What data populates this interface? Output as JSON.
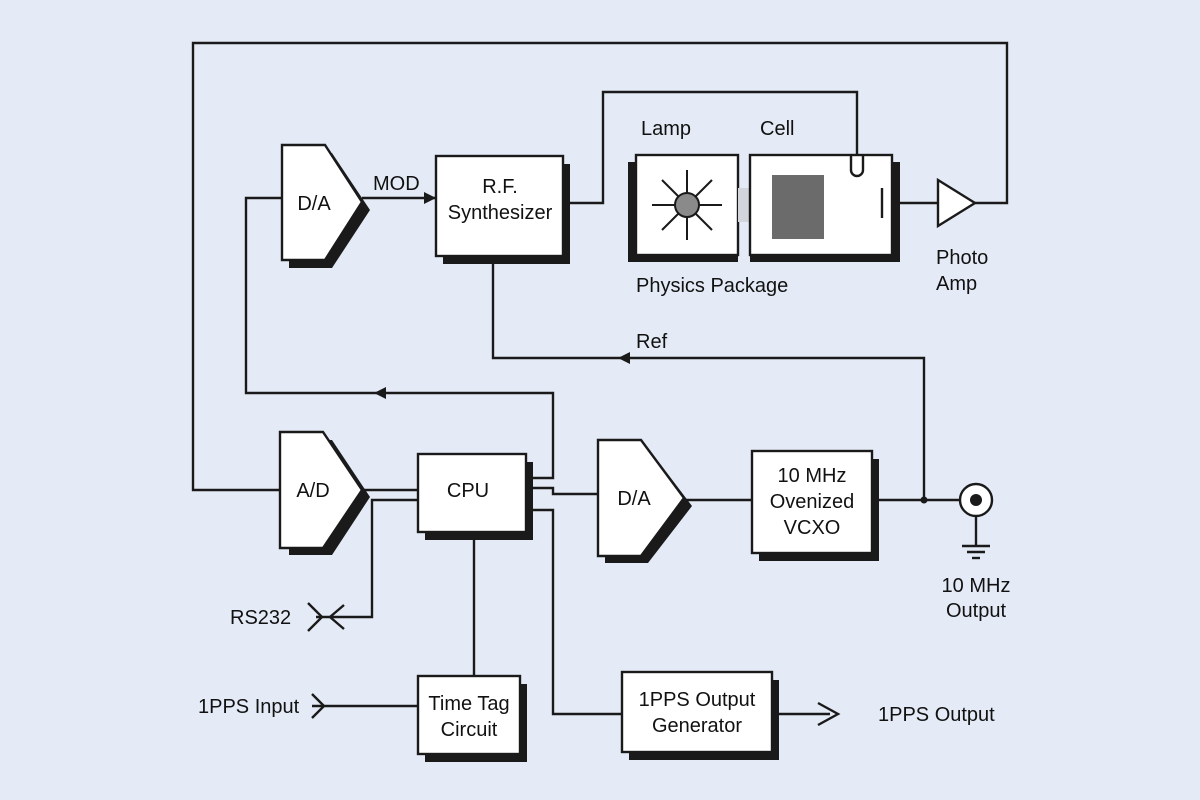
{
  "colors": {
    "background": "#e4ebf6",
    "line": "#1a1a1a",
    "box_fill": "#ffffff",
    "cell_block": "#6b6b6b",
    "lamp_bulb": "#8a8a8a"
  },
  "blocks": {
    "da_top": "D/A",
    "rf_synth": [
      "R.F.",
      "Synthesizer"
    ],
    "lamp": "Lamp",
    "cell": "Cell",
    "physics_package": "Physics Package",
    "photo_amp": [
      "Photo",
      "Amp"
    ],
    "ad": "A/D",
    "cpu": "CPU",
    "da_mid": "D/A",
    "vcxo": [
      "10 MHz",
      "Ovenized",
      "VCXO"
    ],
    "time_tag": [
      "Time Tag",
      "Circuit"
    ],
    "pps_gen": [
      "1PPS Output",
      "Generator"
    ]
  },
  "signals": {
    "mod": "MOD",
    "ref": "Ref",
    "rs232": "RS232",
    "pps_input": "1PPS Input",
    "pps_output": "1PPS Output",
    "mhz_output": [
      "10 MHz",
      "Output"
    ]
  },
  "icons": [
    "lamp-icon",
    "bnc-connector-icon",
    "ground-icon",
    "photodetector-icon"
  ]
}
